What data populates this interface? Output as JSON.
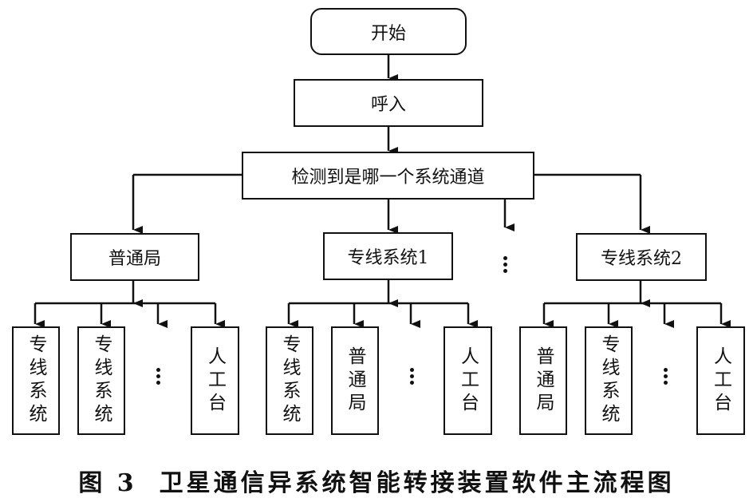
{
  "diagram": {
    "start": "开始",
    "incoming_call": "呼入",
    "detect": "检测到是哪一个系统通道",
    "branches": [
      {
        "label": "普通局",
        "children": [
          "专线系统",
          "专线系统",
          "人工台"
        ]
      },
      {
        "label": "专线系统1",
        "children": [
          "专线系统",
          "普通局",
          "人工台"
        ]
      },
      {
        "label": "专线系统2",
        "children": [
          "普通局",
          "专线系统",
          "人工台"
        ]
      }
    ],
    "ellipsis": "⋮"
  },
  "caption": {
    "figure_number": "图 3",
    "title": "卫星通信异系统智能转接装置软件主流程图"
  }
}
